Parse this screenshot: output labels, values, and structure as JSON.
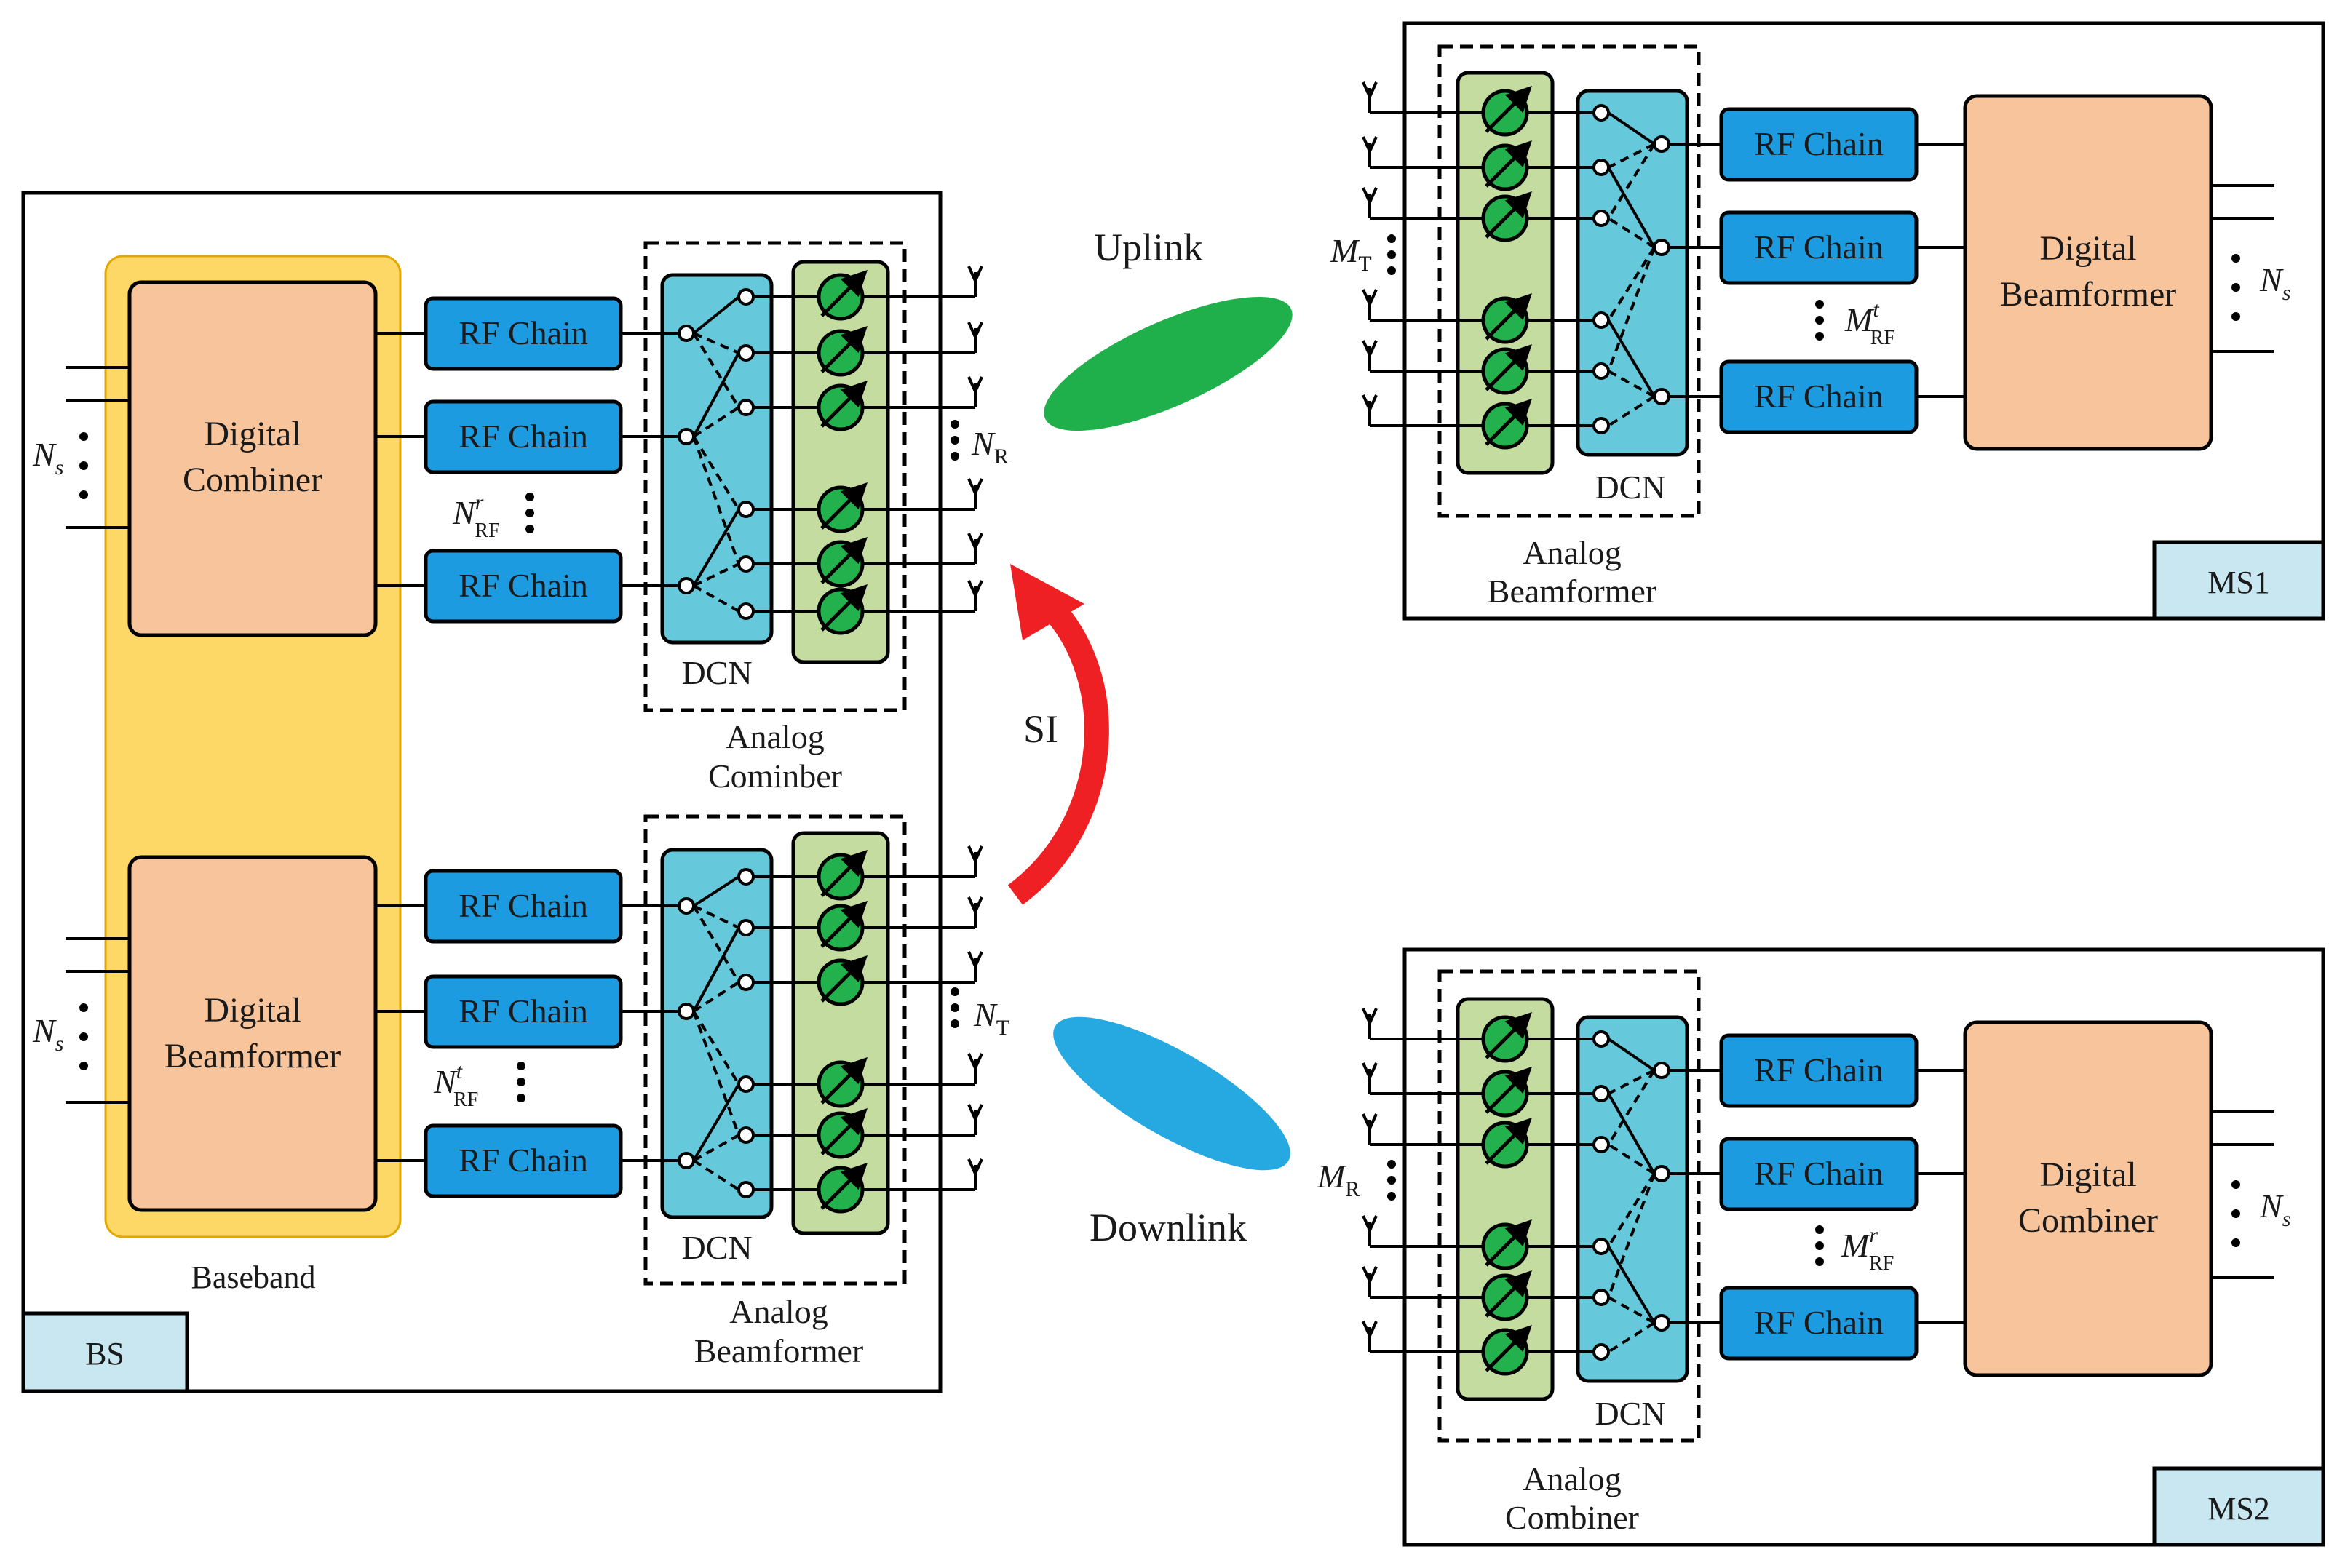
{
  "bs": {
    "tag": "BS",
    "baseband_label": "Baseband",
    "digital_combiner": [
      "Digital",
      "Combiner"
    ],
    "digital_beamformer": [
      "Digital",
      "Beamformer"
    ],
    "rf_chain": "RF Chain",
    "dcn": "DCN",
    "analog_combiner": [
      "Analog",
      "Cominber"
    ],
    "analog_beamformer": [
      "Analog",
      "Beamformer"
    ],
    "ns": "N",
    "ns_sub": "s",
    "nrf_r": "N",
    "nrf_r_sup": "r",
    "nrf_r_sub": "RF",
    "nrf_t": "N",
    "nrf_t_sup": "t",
    "nrf_t_sub": "RF",
    "nr": "N",
    "nr_sub": "R",
    "nt": "N",
    "nt_sub": "T"
  },
  "ms1": {
    "tag": "MS1",
    "digital_beamformer": [
      "Digital",
      "Beamformer"
    ],
    "rf_chain": "RF Chain",
    "dcn": "DCN",
    "analog": [
      "Analog",
      "Beamformer"
    ],
    "mt": "M",
    "mt_sub": "T",
    "mrf": "M",
    "mrf_sup": "t",
    "mrf_sub": "RF",
    "ns": "N",
    "ns_sub": "s"
  },
  "ms2": {
    "tag": "MS2",
    "digital_combiner": [
      "Digital",
      "Combiner"
    ],
    "rf_chain": "RF Chain",
    "dcn": "DCN",
    "analog": [
      "Analog",
      "Combiner"
    ],
    "mr": "M",
    "mr_sub": "R",
    "mrf": "M",
    "mrf_sup": "r",
    "mrf_sub": "RF",
    "ns": "N",
    "ns_sub": "s"
  },
  "links": {
    "uplink": "Uplink",
    "downlink": "Downlink",
    "si": "SI"
  },
  "colors": {
    "baseband": "#fdd866",
    "digital_block": "#f8c49b",
    "rf_chain": "#1d9be0",
    "dcn": "#65c9db",
    "phase_panel": "#c4dca0",
    "phase_shifter": "#22b14c",
    "uplink_beam": "#20b04b",
    "downlink_beam": "#26a9e0",
    "si_arrow": "#ee2024",
    "tag_box": "#c8e7f1"
  }
}
